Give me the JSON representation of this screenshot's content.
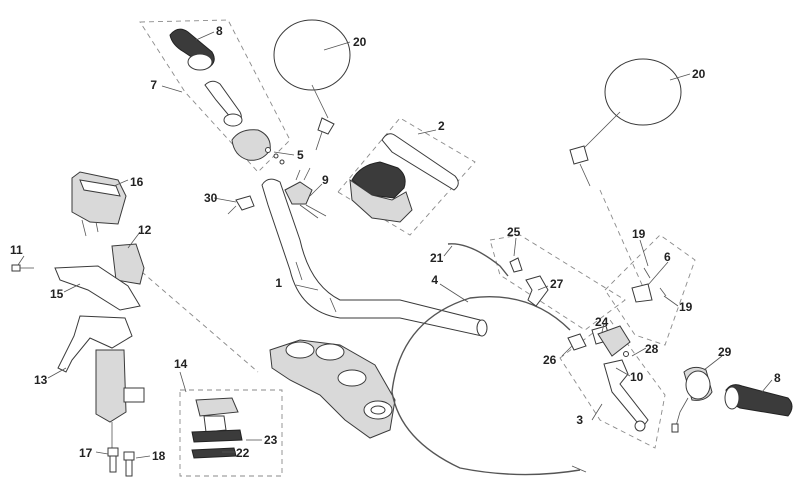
{
  "callouts": [
    {
      "id": "c1",
      "text": "1"
    },
    {
      "id": "c2",
      "text": "2"
    },
    {
      "id": "c3",
      "text": "3"
    },
    {
      "id": "c4",
      "text": "4"
    },
    {
      "id": "c5",
      "text": "5"
    },
    {
      "id": "c6",
      "text": "6"
    },
    {
      "id": "c7",
      "text": "7"
    },
    {
      "id": "c8a",
      "text": "8"
    },
    {
      "id": "c8b",
      "text": "8"
    },
    {
      "id": "c9",
      "text": "9"
    },
    {
      "id": "c10",
      "text": "10"
    },
    {
      "id": "c11",
      "text": "11"
    },
    {
      "id": "c12",
      "text": "12"
    },
    {
      "id": "c13",
      "text": "13"
    },
    {
      "id": "c14",
      "text": "14"
    },
    {
      "id": "c15",
      "text": "15"
    },
    {
      "id": "c16",
      "text": "16"
    },
    {
      "id": "c17",
      "text": "17"
    },
    {
      "id": "c18",
      "text": "18"
    },
    {
      "id": "c19a",
      "text": "19"
    },
    {
      "id": "c19b",
      "text": "19"
    },
    {
      "id": "c20a",
      "text": "20"
    },
    {
      "id": "c20b",
      "text": "20"
    },
    {
      "id": "c21",
      "text": "21"
    },
    {
      "id": "c22",
      "text": "22"
    },
    {
      "id": "c23",
      "text": "23"
    },
    {
      "id": "c24",
      "text": "24"
    },
    {
      "id": "c25",
      "text": "25"
    },
    {
      "id": "c26",
      "text": "26"
    },
    {
      "id": "c27",
      "text": "27"
    },
    {
      "id": "c28",
      "text": "28"
    },
    {
      "id": "c29",
      "text": "29"
    },
    {
      "id": "c30",
      "text": "30"
    }
  ],
  "colors": {
    "line": "#3a3a3a",
    "fill_light": "#d9d9d9",
    "fill_dark": "#3b3b3b",
    "background": "#ffffff"
  }
}
